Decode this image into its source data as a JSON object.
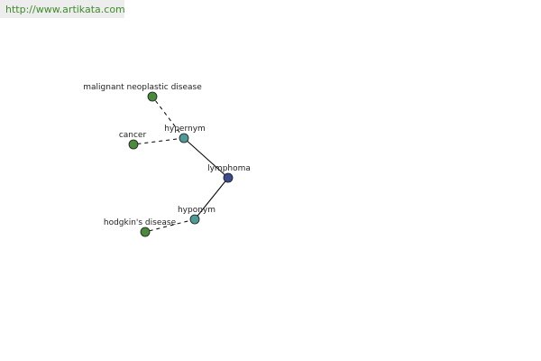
{
  "url": "http://www.artikata.com",
  "colors": {
    "center_node": "#3c4b8c",
    "relation_node": "#4f9a96",
    "leaf_node": "#4a8a3c",
    "edge": "#000000",
    "url_text": "#3f8a2c",
    "url_background": "#ededed"
  },
  "graph": {
    "center": "lymphoma",
    "relations": [
      {
        "label": "hypernym",
        "terms": [
          "malignant neoplastic disease",
          "cancer"
        ]
      },
      {
        "label": "hyponym",
        "terms": [
          "hodgkin's disease"
        ]
      }
    ]
  }
}
